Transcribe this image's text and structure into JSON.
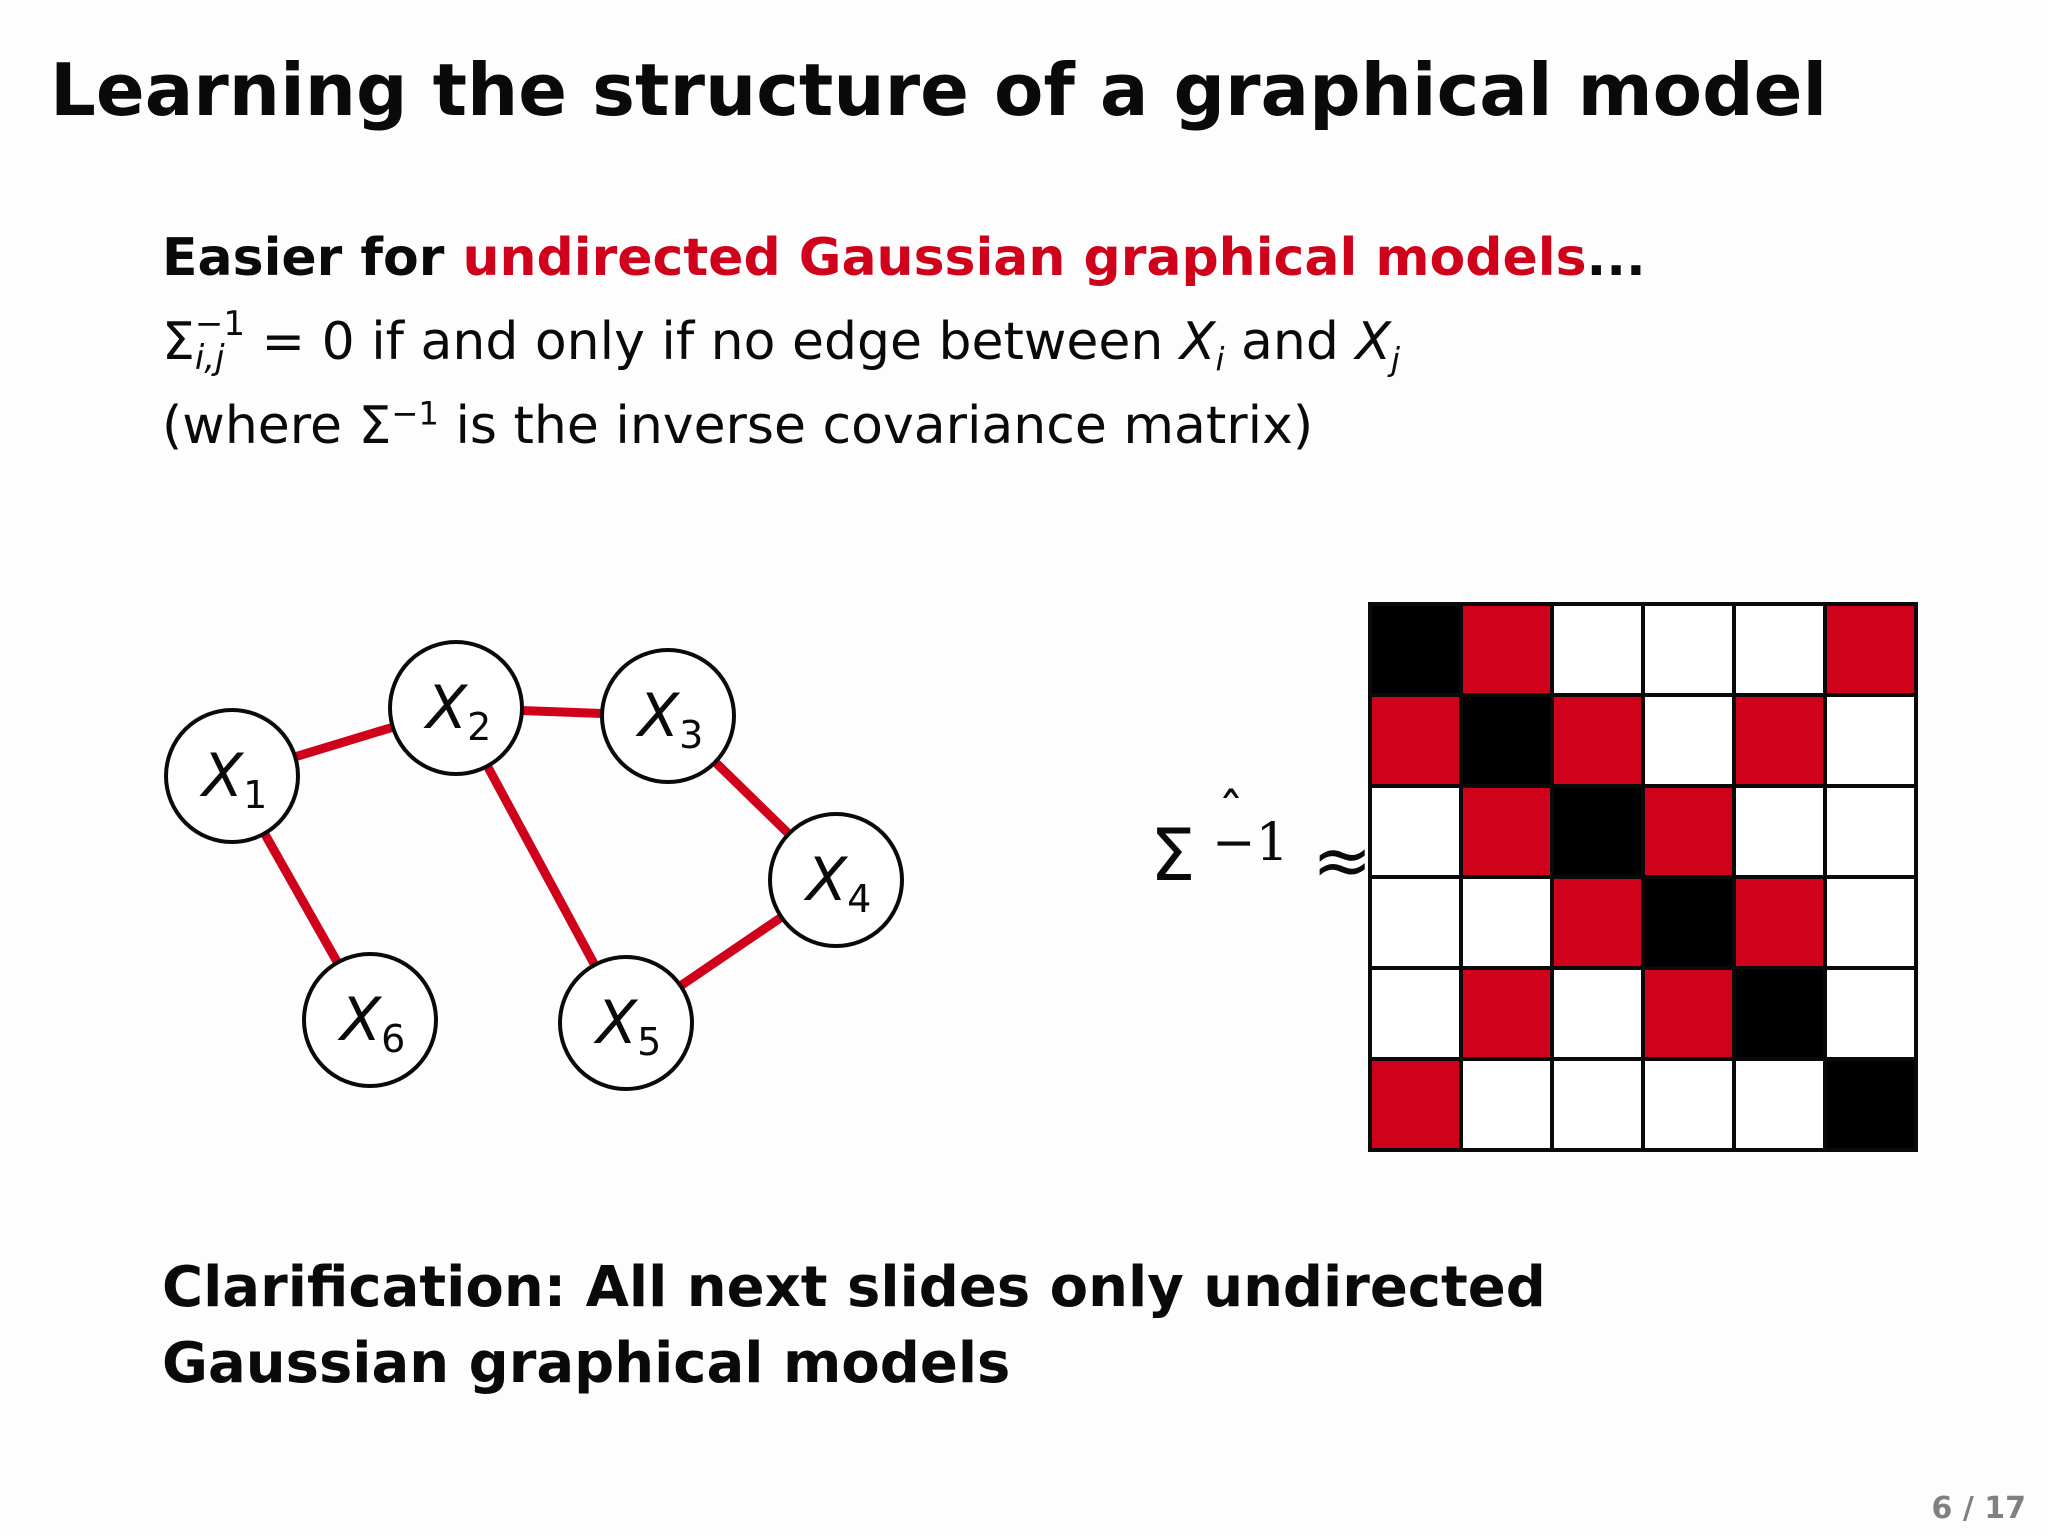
{
  "title": "Learning the structure of a graphical model",
  "intro": {
    "lead_bold": "Easier for ",
    "lead_red": "undirected Gaussian graphical models",
    "lead_dots": "...",
    "line2_sigma": "Σ",
    "line2_sup": "−1",
    "line2_sub": "i,j",
    "line2_text": " = 0 if and only if no edge between ",
    "line2_xi_var": "X",
    "line2_xi_sub": "i",
    "line2_and": " and ",
    "line2_xj_var": "X",
    "line2_xj_sub": "j",
    "line3_pre": "(where Σ",
    "line3_sup": "−1",
    "line3_post": " is the inverse covariance matrix)"
  },
  "graph": {
    "nodes": [
      {
        "id": "X1",
        "var": "X",
        "sub": "1"
      },
      {
        "id": "X2",
        "var": "X",
        "sub": "2"
      },
      {
        "id": "X3",
        "var": "X",
        "sub": "3"
      },
      {
        "id": "X4",
        "var": "X",
        "sub": "4"
      },
      {
        "id": "X5",
        "var": "X",
        "sub": "5"
      },
      {
        "id": "X6",
        "var": "X",
        "sub": "6"
      }
    ],
    "edges": [
      [
        "X1",
        "X2"
      ],
      [
        "X2",
        "X3"
      ],
      [
        "X1",
        "X6"
      ],
      [
        "X2",
        "X5"
      ],
      [
        "X3",
        "X4"
      ],
      [
        "X4",
        "X5"
      ]
    ],
    "edge_color": "#d0021b"
  },
  "matrix": {
    "label_sigma": "Σ",
    "label_hat": "ˆ",
    "label_exp": "−1",
    "approx": "≈",
    "cells": [
      [
        "d",
        "r",
        "w",
        "w",
        "w",
        "r"
      ],
      [
        "r",
        "d",
        "r",
        "w",
        "r",
        "w"
      ],
      [
        "w",
        "r",
        "d",
        "r",
        "w",
        "w"
      ],
      [
        "w",
        "w",
        "r",
        "d",
        "r",
        "w"
      ],
      [
        "w",
        "r",
        "w",
        "r",
        "d",
        "w"
      ],
      [
        "r",
        "w",
        "w",
        "w",
        "w",
        "d"
      ]
    ],
    "colors": {
      "d": "#000000",
      "r": "#d0021b",
      "w": "#ffffff"
    }
  },
  "clarification": "Clarification: All next slides only undirected Gaussian graphical models",
  "page_number": "6 / 17"
}
